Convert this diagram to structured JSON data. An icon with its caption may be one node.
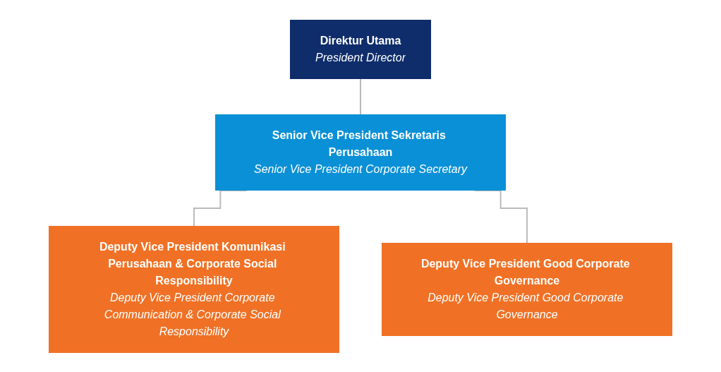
{
  "diagram": {
    "nodes": [
      {
        "text": [
          "Direktur Utama",
          "President Director"
        ]
      },
      {
        "text": [
          "Senior Vice President Sekretaris Perusahaan",
          "Senior Vice President Corporate Secretary"
        ]
      },
      {
        "text": [
          "Deputy Vice President Komunikasi Perusahaan & Corporate Social Responsibility",
          "Deputy Vice President Corporate Communication & Corporate Social Responsibility"
        ]
      },
      {
        "text": [
          "Deputy Vice President Good Corporate Governance",
          "Deputy Vice President Good Corporate Governance"
        ]
      }
    ],
    "edges": [
      {
        "from": 0,
        "to": 1,
        "arrow": "none"
      },
      {
        "from": 1,
        "to": 2,
        "arrow": "none"
      },
      {
        "from": 1,
        "to": 3,
        "arrow": "none"
      }
    ]
  }
}
